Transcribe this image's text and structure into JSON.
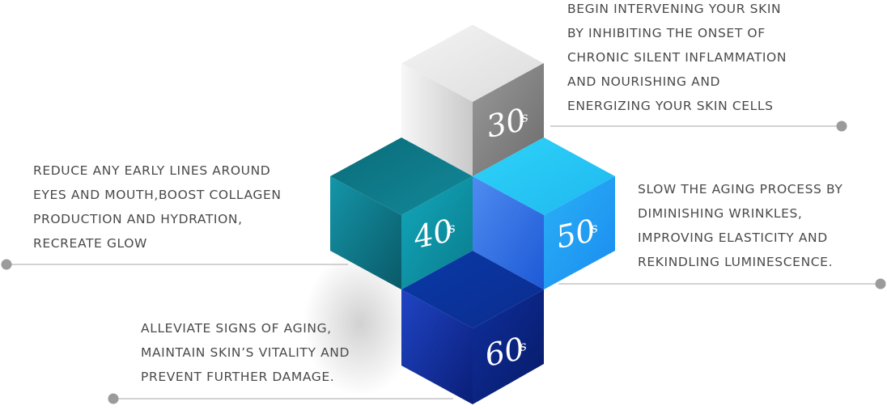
{
  "stages": [
    {
      "age": "30",
      "suffix": "s",
      "lines": [
        "BEGIN INTERVENING YOUR SKIN",
        "BY INHIBITING THE ONSET OF",
        "CHRONIC SILENT INFLAMMATION",
        "AND NOURISHING AND",
        "ENERGIZING YOUR SKIN CELLS"
      ]
    },
    {
      "age": "40",
      "suffix": "s",
      "lines": [
        "REDUCE ANY EARLY LINES AROUND",
        "EYES AND MOUTH,BOOST COLLAGEN",
        "PRODUCTION AND HYDRATION,",
        "RECREATE GLOW"
      ]
    },
    {
      "age": "50",
      "suffix": "s",
      "lines": [
        "SLOW THE AGING PROCESS BY",
        "DIMINISHING WRINKLES,",
        "IMPROVING ELASTICITY AND",
        "REKINDLING LUMINESCENCE."
      ]
    },
    {
      "age": "60",
      "suffix": "s",
      "lines": [
        "ALLEVIATE SIGNS OF AGING,",
        "MAINTAIN SKIN’S VITALITY AND",
        "PREVENT FURTHER DAMAGE."
      ]
    }
  ],
  "colors": {
    "text": "#4a4a4a",
    "connector": "#a6a6a6",
    "dot": "#9b9b9b",
    "cube30": "#8c8c8c",
    "cube40": "#0f8a9a",
    "cube50": "#2fb6f0",
    "cube60": "#0d2f9a"
  }
}
